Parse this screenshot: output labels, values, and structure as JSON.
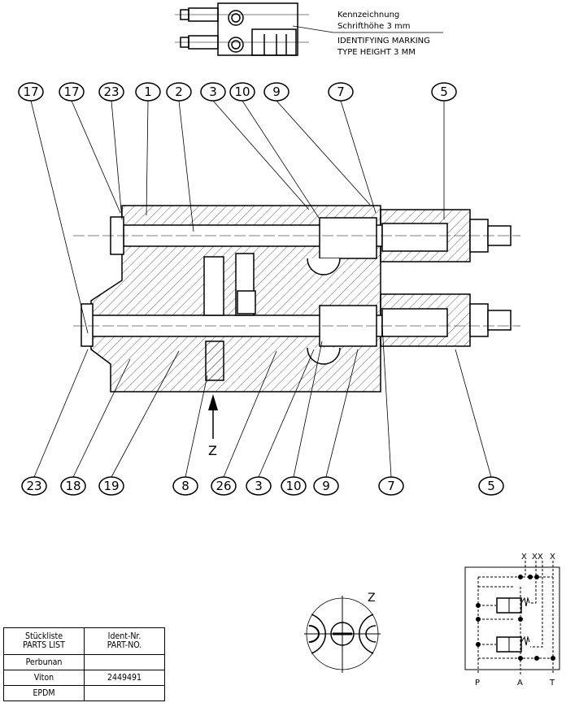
{
  "marking_note": {
    "de_line1": "Kennzeichnung",
    "de_line2": "Schrifthöhe 3 mm",
    "en_line1": "IDENTIFYING MARKING",
    "en_line2": "TYPE HEIGHT 3 MM"
  },
  "balloons_top": [
    "17",
    "17",
    "23",
    "1",
    "2",
    "3",
    "10",
    "9",
    "7",
    "5"
  ],
  "balloons_bottom": [
    "23",
    "18",
    "19",
    "8",
    "26",
    "3",
    "10",
    "9",
    "7",
    "5"
  ],
  "view_arrow_label": "Z",
  "view_detail_label": "Z",
  "parts_list": {
    "header_left_1": "Stückliste",
    "header_left_2": "PARTS LIST",
    "header_right_1": "Ident-Nr.",
    "header_right_2": "PART-NO.",
    "rows": [
      {
        "material": "Perbunan",
        "part_no": ""
      },
      {
        "material": "Viton",
        "part_no": "2449491"
      },
      {
        "material": "EPDM",
        "part_no": ""
      }
    ]
  },
  "schematic": {
    "top_ports": [
      "X",
      "XX",
      "X"
    ],
    "bottom_ports": [
      "P",
      "A",
      "T"
    ]
  }
}
